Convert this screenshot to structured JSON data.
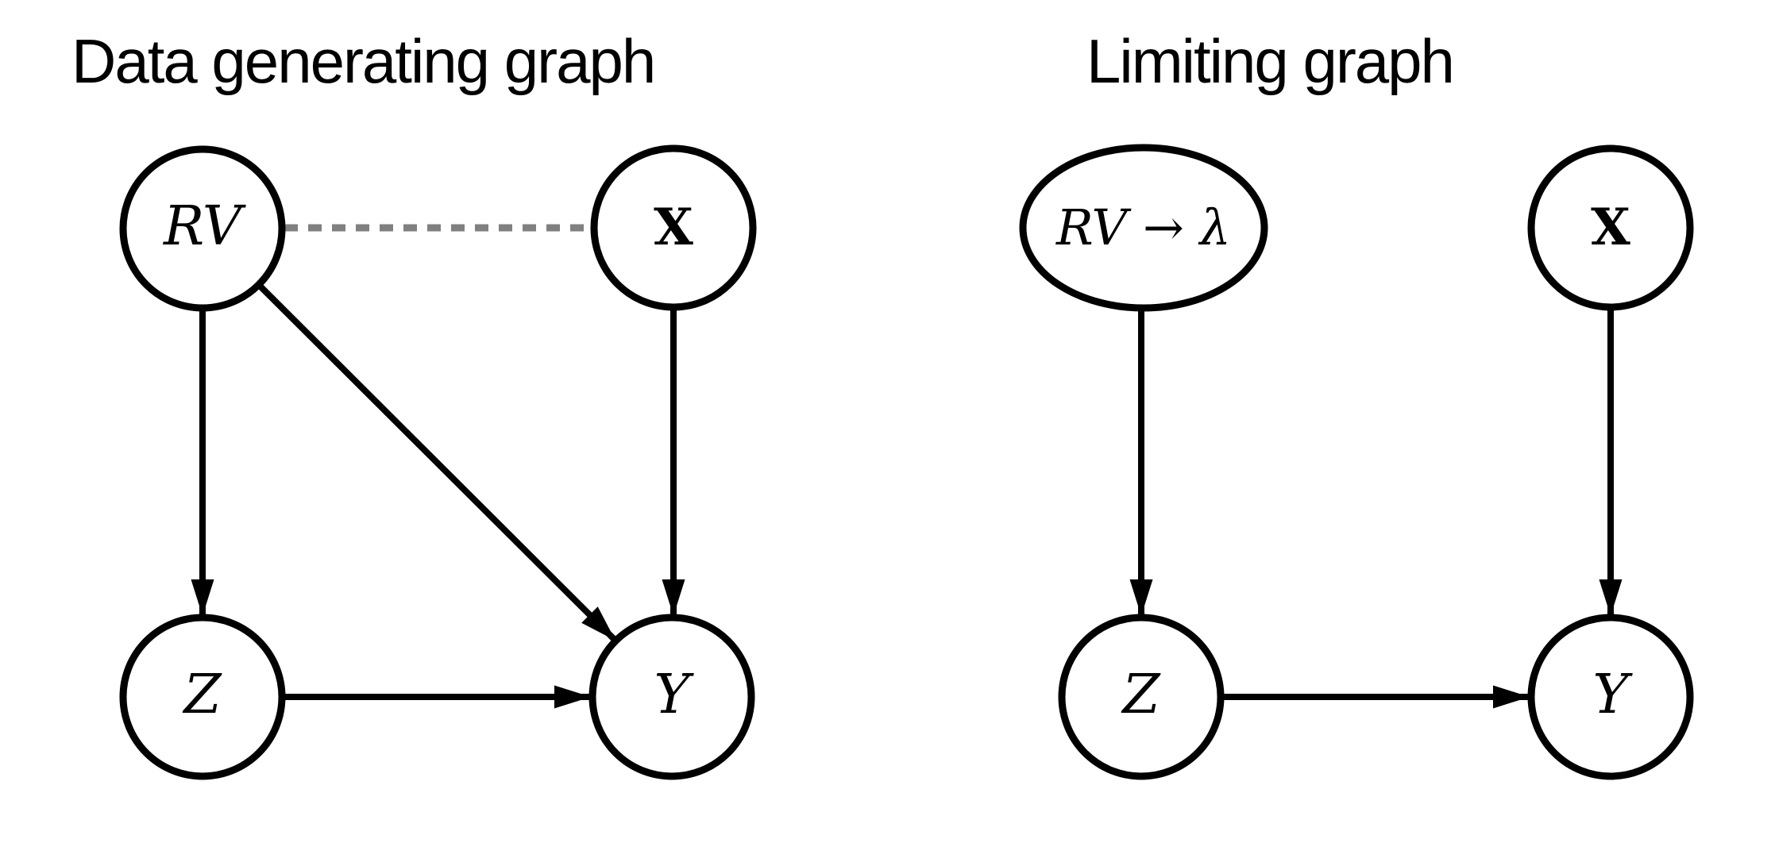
{
  "figure": {
    "background": "#ffffff",
    "colors": {
      "node_stroke": "#000000",
      "edge": "#000000",
      "dashed_edge": "#808080",
      "text": "#000000"
    }
  },
  "left_graph": {
    "title": "Data generating graph",
    "nodes": {
      "rv": {
        "label": "RV",
        "shape": "circle"
      },
      "x": {
        "label": "X",
        "shape": "circle"
      },
      "z": {
        "label": "Z",
        "shape": "circle"
      },
      "y": {
        "label": "Y",
        "shape": "circle"
      }
    },
    "edges": [
      {
        "from": "RV",
        "to": "X",
        "type": "undirected",
        "style": "dashed-gray"
      },
      {
        "from": "RV",
        "to": "Z",
        "type": "directed",
        "style": "solid"
      },
      {
        "from": "RV",
        "to": "Y",
        "type": "directed",
        "style": "solid"
      },
      {
        "from": "X",
        "to": "Y",
        "type": "directed",
        "style": "solid"
      },
      {
        "from": "Z",
        "to": "Y",
        "type": "directed",
        "style": "solid"
      }
    ]
  },
  "right_graph": {
    "title": "Limiting graph",
    "nodes": {
      "rv_lambda": {
        "label": "RV → λ",
        "shape": "ellipse"
      },
      "x": {
        "label": "X",
        "shape": "circle"
      },
      "z": {
        "label": "Z",
        "shape": "circle"
      },
      "y": {
        "label": "Y",
        "shape": "circle"
      }
    },
    "edges": [
      {
        "from": "RV → λ",
        "to": "Z",
        "type": "directed",
        "style": "solid"
      },
      {
        "from": "X",
        "to": "Y",
        "type": "directed",
        "style": "solid"
      },
      {
        "from": "Z",
        "to": "Y",
        "type": "directed",
        "style": "solid"
      }
    ]
  }
}
